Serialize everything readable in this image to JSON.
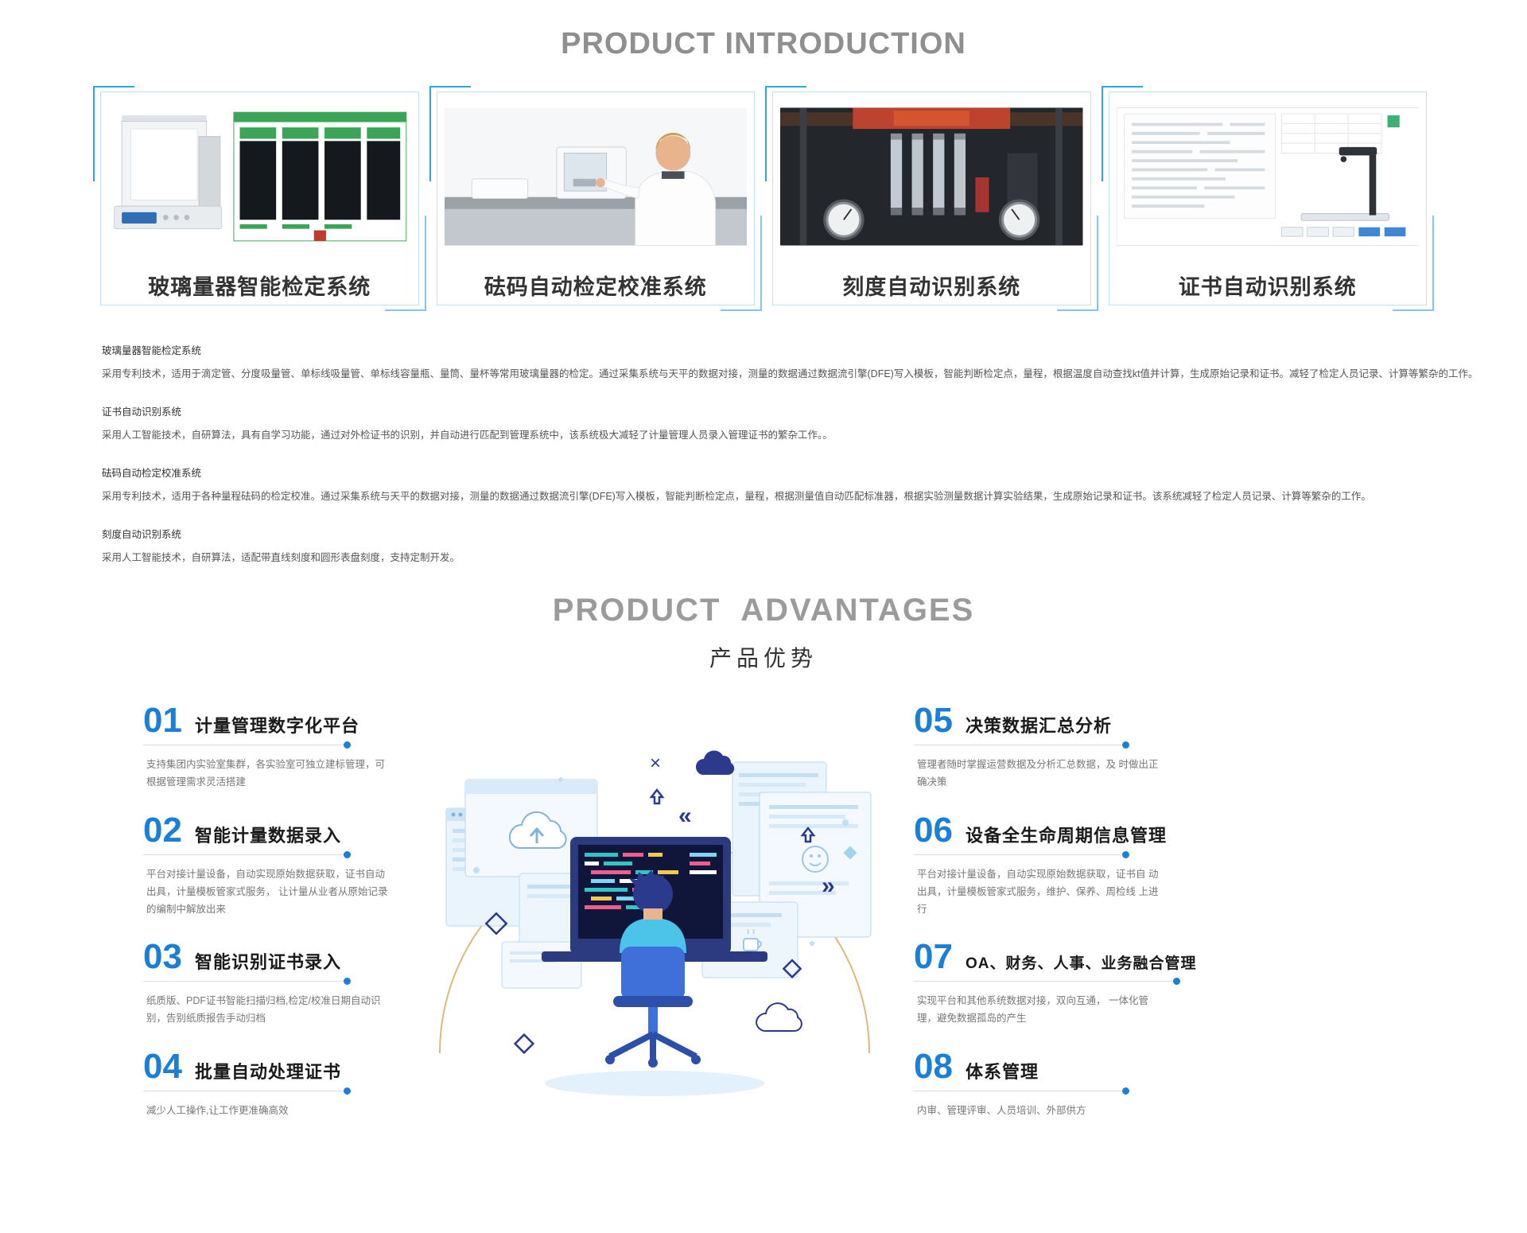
{
  "colors": {
    "accent_blue": "#1b7fd6",
    "frame_light": "#bfe2f5",
    "frame_strong": "#2ea6e0",
    "heading_gray": "#8f8f8f",
    "arc_tan": "#dfb87c"
  },
  "intro": {
    "title": "PRODUCT INTRODUCTION",
    "cards": [
      {
        "title": "玻璃量器智能检定系统",
        "image": "glassware-verification-system-image"
      },
      {
        "title": "砝码自动检定校准系统",
        "image": "weight-calibration-system-image"
      },
      {
        "title": "刻度自动识别系统",
        "image": "scale-recognition-system-image"
      },
      {
        "title": "证书自动识别系统",
        "image": "certificate-recognition-system-image"
      }
    ],
    "descriptions": [
      {
        "heading": "玻璃量器智能检定系统",
        "body": "采用专利技术，适用于滴定管、分度吸量管、单标线吸量管、单标线容量瓶、量筒、量杯等常用玻璃量器的检定。通过采集系统与天平的数据对接，测量的数据通过数据流引擎(DFE)写入模板，智能判断检定点，量程，根据温度自动查找kt值并计算，生成原始记录和证书。减轻了检定人员记录、计算等繁杂的工作。"
      },
      {
        "heading": "证书自动识别系统",
        "body": "采用人工智能技术，自研算法，具有自学习功能，通过对外检证书的识别，并自动进行匹配到管理系统中，该系统极大减轻了计量管理人员录入管理证书的繁杂工作。。"
      },
      {
        "heading": "砝码自动检定校准系统",
        "body": "采用专利技术，适用于各种量程砝码的检定校准。通过采集系统与天平的数据对接，测量的数据通过数据流引擎(DFE)写入模板，智能判断检定点，量程，根据测量值自动匹配标准器，根据实验测量数据计算实验结果，生成原始记录和证书。该系统减轻了检定人员记录、计算等繁杂的工作。"
      },
      {
        "heading": "刻度自动识别系统",
        "body": "采用人工智能技术，自研算法，适配带直线刻度和圆形表盘刻度，支持定制开发。"
      }
    ]
  },
  "advantages": {
    "title_en": "PRODUCT  ADVANTAGES",
    "title_cn": "产品优势",
    "left": [
      {
        "num": "01",
        "title": "计量管理数字化平台",
        "desc": "支持集团内实验室集群，各实验室可独立建标管理，可根据管理需求灵活搭建"
      },
      {
        "num": "02",
        "title": "智能计量数据录入",
        "desc": "平台对接计量设备，自动实现原始数据获取，证书自动出具，计量模板管家式服务，  让计量从业者从原始记录的编制中解放出来"
      },
      {
        "num": "03",
        "title": "智能识别证书录入",
        "desc": "纸质版、PDF证书智能扫描归档,检定/校准日期自动识别，告别纸质报告手动归档"
      },
      {
        "num": "04",
        "title": "批量自动处理证书",
        "desc": "减少人工操作,让工作更准确高效"
      }
    ],
    "right": [
      {
        "num": "05",
        "title": "决策数据汇总分析",
        "desc": "管理者随时掌握运营数据及分析汇总数据，及 时做出正确决策"
      },
      {
        "num": "06",
        "title": "设备全生命周期信息管理",
        "desc": "平台对接计量设备，自动实现原始数据获取，证书自 动出具，计量模板管家式服务，维护、保养、周检线 上进行"
      },
      {
        "num": "07",
        "title": "OA、财务、人事、业务融合管理",
        "desc": "实现平台和其他系统数据对接，双向互通， 一体化管理，避免数据孤岛的产生"
      },
      {
        "num": "08",
        "title": "体系管理",
        "desc": "内审、管理评审、人员培训、外部供方"
      }
    ]
  },
  "illustration": {
    "name": "developer-workstation-illustration",
    "cross": "×",
    "chevron_left": "«",
    "chevron_right": "»"
  }
}
